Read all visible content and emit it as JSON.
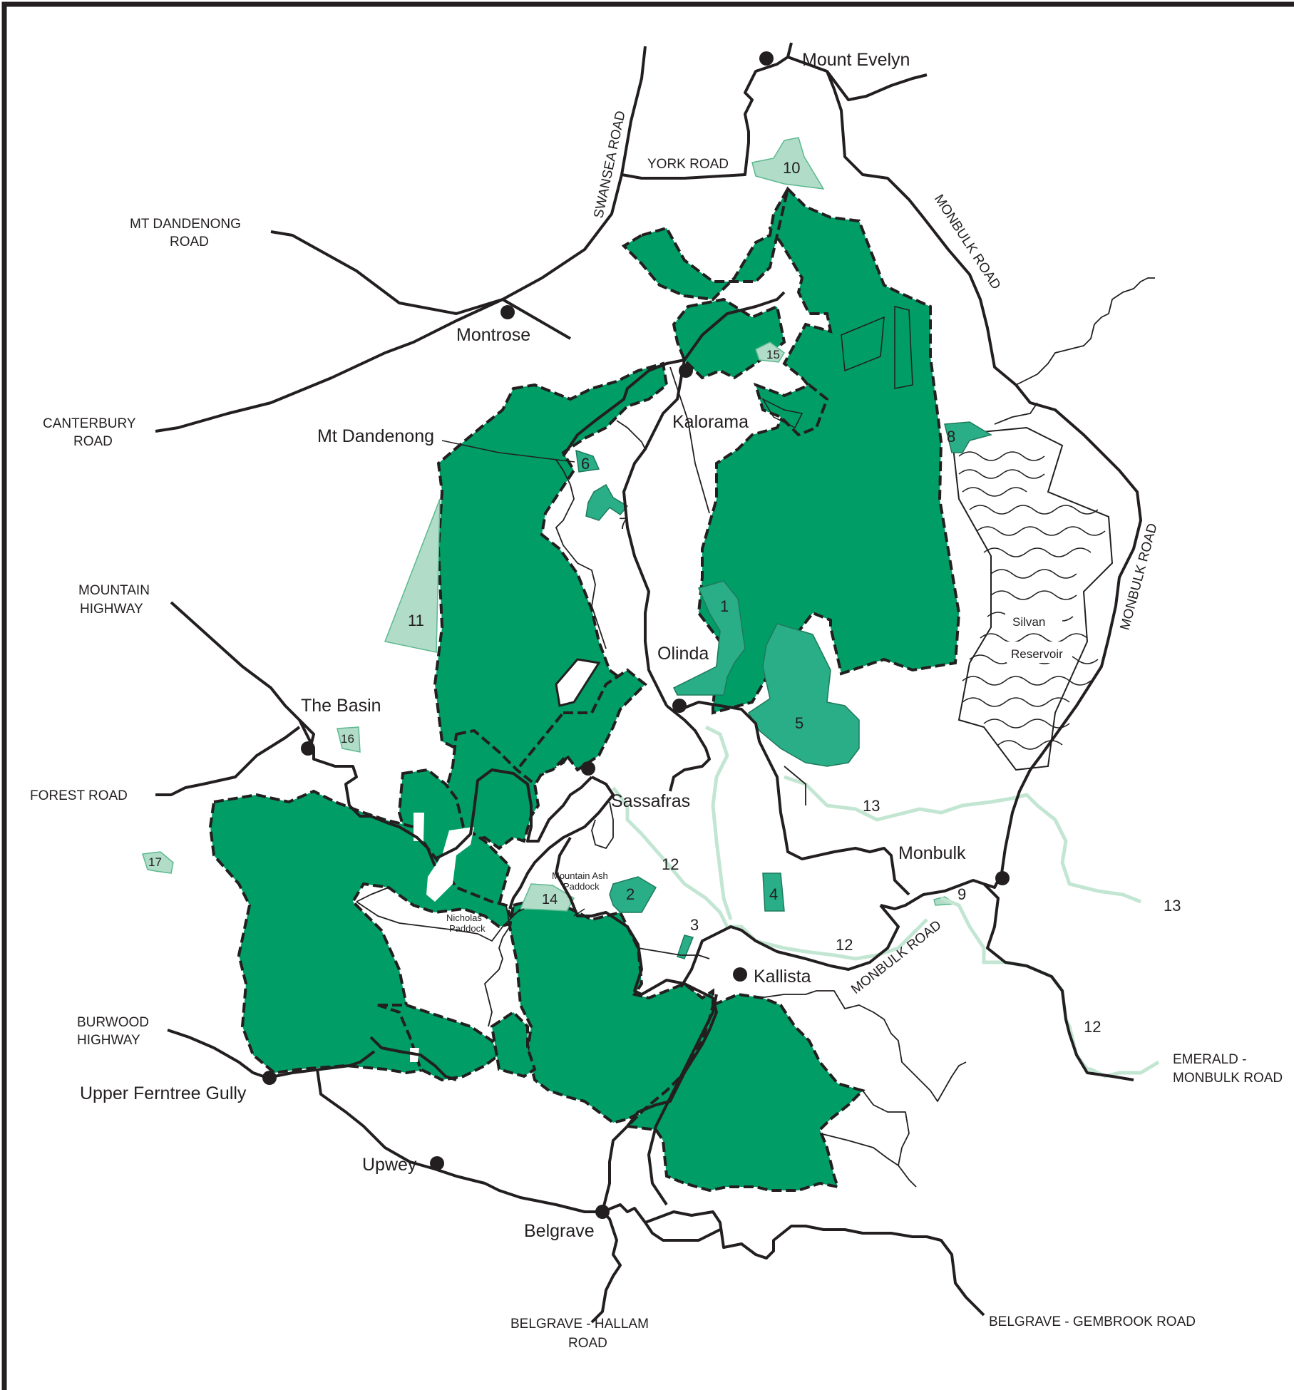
{
  "colors": {
    "park": "#009d66",
    "area_mid": "#29ae88",
    "area_light": "#b0dcc8",
    "area_light_stroke": "#5cb98f",
    "trail": "#c3e6d3",
    "road": "#231f20",
    "frame": "#231f20"
  },
  "towns": {
    "mount_evelyn": "Mount Evelyn",
    "montrose": "Montrose",
    "kalorama": "Kalorama",
    "mt_dandenong": "Mt Dandenong",
    "olinda": "Olinda",
    "the_basin": "The Basin",
    "sassafras": "Sassafras",
    "monbulk": "Monbulk",
    "kallista": "Kallista",
    "upper_ferntree_gully": "Upper Ferntree Gully",
    "upwey": "Upwey",
    "belgrave": "Belgrave"
  },
  "roads": {
    "swansea": "SWANSEA ROAD",
    "york": "YORK ROAD",
    "mt_dandenong_1": "MT DANDENONG",
    "mt_dandenong_2": "ROAD",
    "monbulk_top": "MONBULK ROAD",
    "monbulk_right": "MONBULK ROAD",
    "monbulk_low": "MONBULK ROAD",
    "canterbury_1": "CANTERBURY",
    "canterbury_2": "ROAD",
    "mountain_hwy_1": "MOUNTAIN",
    "mountain_hwy_2": "HIGHWAY",
    "forest": "FOREST ROAD",
    "burwood_1": "BURWOOD",
    "burwood_2": "HIGHWAY",
    "emerald_1": "EMERALD -",
    "emerald_2": "MONBULK ROAD",
    "gembrook": "BELGRAVE - GEMBROOK ROAD",
    "hallam_1": "BELGRAVE - HALLAM",
    "hallam_2": "ROAD"
  },
  "features": {
    "silvan_1": "Silvan",
    "silvan_2": "Reservoir",
    "mountain_ash_1": "Mountain Ash",
    "mountain_ash_2": "Paddock",
    "nicholas_1": "Nicholas",
    "nicholas_2": "Paddock"
  },
  "areas": [
    "1",
    "2",
    "3",
    "4",
    "5",
    "6",
    "7",
    "8",
    "9",
    "10",
    "11",
    "12",
    "12",
    "12",
    "13",
    "13",
    "14",
    "15",
    "16",
    "17"
  ]
}
